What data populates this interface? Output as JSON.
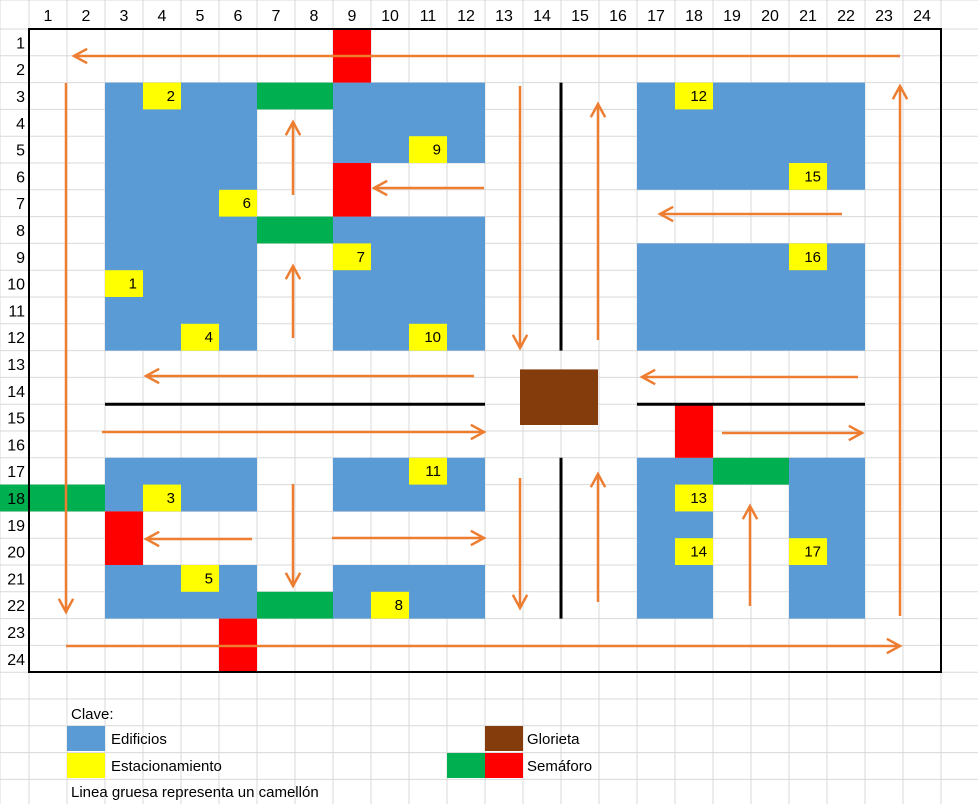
{
  "columns": [
    "1",
    "2",
    "3",
    "4",
    "5",
    "6",
    "7",
    "8",
    "9",
    "10",
    "11",
    "12",
    "13",
    "14",
    "15",
    "16",
    "17",
    "18",
    "19",
    "20",
    "21",
    "22",
    "23",
    "24"
  ],
  "rows": [
    "1",
    "2",
    "3",
    "4",
    "5",
    "6",
    "7",
    "8",
    "9",
    "10",
    "11",
    "12",
    "13",
    "14",
    "15",
    "16",
    "17",
    "18",
    "19",
    "20",
    "21",
    "22",
    "23",
    "24"
  ],
  "colors": {
    "building": "#5B9BD5",
    "parking": "#FFFF00",
    "light_green": "#00B050",
    "light_red": "#FF0000",
    "roundabout": "#843C0C",
    "arrow": "#ED7D31",
    "gridline": "#D9D9D9"
  },
  "parking_spots": [
    {
      "label": "1"
    },
    {
      "label": "2"
    },
    {
      "label": "3"
    },
    {
      "label": "4"
    },
    {
      "label": "5"
    },
    {
      "label": "6"
    },
    {
      "label": "7"
    },
    {
      "label": "8"
    },
    {
      "label": "9"
    },
    {
      "label": "10"
    },
    {
      "label": "11"
    },
    {
      "label": "12"
    },
    {
      "label": "13"
    },
    {
      "label": "14"
    },
    {
      "label": "15"
    },
    {
      "label": "16"
    },
    {
      "label": "17"
    }
  ],
  "legend": {
    "title": "Clave:",
    "buildings": "Edificios",
    "parking": "Estacionamiento",
    "roundabout": "Glorieta",
    "traffic_light": "Semáforo",
    "median_note": "Linea gruesa representa un camellón"
  }
}
